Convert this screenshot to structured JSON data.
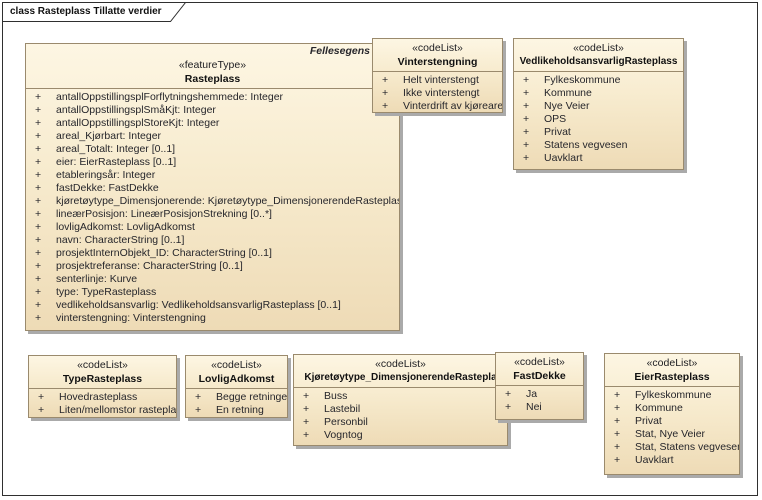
{
  "frame": {
    "title": "class Rasteplass Tillatte verdier"
  },
  "colors": {
    "box_fill_top": "#FDF6E3",
    "box_fill_bottom": "#EEDBB6",
    "box_border": "#9A8A6D",
    "box_shadow": "#AAAAAA",
    "frame_border": "#2F2F2F",
    "text": "#26262B"
  },
  "classes": [
    {
      "key": "rasteplass",
      "region_label": "Fellesegens",
      "stereotype": "«featureType»",
      "name": "Rasteplass",
      "attributes": [
        {
          "vis": "+",
          "text": "antallOppstillingsplForflytningshemmede: Integer"
        },
        {
          "vis": "+",
          "text": "antallOppstillingsplSmåKjt: Integer"
        },
        {
          "vis": "+",
          "text": "antallOppstillingsplStoreKjt: Integer"
        },
        {
          "vis": "+",
          "text": "areal_Kjørbart: Integer"
        },
        {
          "vis": "+",
          "text": "areal_Totalt: Integer [0..1]"
        },
        {
          "vis": "+",
          "text": "eier: EierRasteplass [0..1]"
        },
        {
          "vis": "+",
          "text": "etableringsår: Integer"
        },
        {
          "vis": "+",
          "text": "fastDekke: FastDekke"
        },
        {
          "vis": "+",
          "text": "kjøretøytype_Dimensjonerende: Kjøretøytype_DimensjonerendeRasteplass"
        },
        {
          "vis": "+",
          "text": "lineærPosisjon: LineærPosisjonStrekning [0..*]"
        },
        {
          "vis": "+",
          "text": "lovligAdkomst: LovligAdkomst"
        },
        {
          "vis": "+",
          "text": "navn: CharacterString [0..1]"
        },
        {
          "vis": "+",
          "text": "prosjektInternObjekt_ID: CharacterString [0..1]"
        },
        {
          "vis": "+",
          "text": "prosjektreferanse: CharacterString [0..1]"
        },
        {
          "vis": "+",
          "text": "senterlinje: Kurve"
        },
        {
          "vis": "+",
          "text": "type: TypeRasteplass"
        },
        {
          "vis": "+",
          "text": "vedlikeholdsansvarlig: VedlikeholdsansvarligRasteplass [0..1]"
        },
        {
          "vis": "+",
          "text": "vinterstengning: Vinterstengning"
        }
      ]
    },
    {
      "key": "vinterstengning",
      "stereotype": "«codeList»",
      "name": "Vinterstengning",
      "attributes": [
        {
          "vis": "+",
          "text": "Helt vinterstengt"
        },
        {
          "vis": "+",
          "text": "Ikke vinterstengt"
        },
        {
          "vis": "+",
          "text": "Vinterdrift av kjøreareal"
        }
      ]
    },
    {
      "key": "vedlikeholdsansvarlig-rasteplass",
      "stereotype": "«codeList»",
      "name": "VedlikeholdsansvarligRasteplass",
      "attributes": [
        {
          "vis": "+",
          "text": "Fylkeskommune"
        },
        {
          "vis": "+",
          "text": "Kommune"
        },
        {
          "vis": "+",
          "text": "Nye Veier"
        },
        {
          "vis": "+",
          "text": "OPS"
        },
        {
          "vis": "+",
          "text": "Privat"
        },
        {
          "vis": "+",
          "text": "Statens vegvesen"
        },
        {
          "vis": "+",
          "text": "Uavklart"
        }
      ]
    },
    {
      "key": "type-rasteplass",
      "stereotype": "«codeList»",
      "name": "TypeRasteplass",
      "attributes": [
        {
          "vis": "+",
          "text": "Hovedrasteplass"
        },
        {
          "vis": "+",
          "text": "Liten/mellomstor rasteplass"
        }
      ]
    },
    {
      "key": "lovlig-adkomst",
      "stereotype": "«codeList»",
      "name": "LovligAdkomst",
      "attributes": [
        {
          "vis": "+",
          "text": "Begge retninger"
        },
        {
          "vis": "+",
          "text": "En retning"
        }
      ]
    },
    {
      "key": "kjoretoytype-dimensjonerende-rasteplass",
      "stereotype": "«codeList»",
      "name": "Kjøretøytype_DimensjonerendeRastepla",
      "attributes": [
        {
          "vis": "+",
          "text": "Buss"
        },
        {
          "vis": "+",
          "text": "Lastebil"
        },
        {
          "vis": "+",
          "text": "Personbil"
        },
        {
          "vis": "+",
          "text": "Vogntog"
        }
      ]
    },
    {
      "key": "fast-dekke",
      "stereotype": "«codeList»",
      "name": "FastDekke",
      "attributes": [
        {
          "vis": "+",
          "text": "Ja"
        },
        {
          "vis": "+",
          "text": "Nei"
        }
      ]
    },
    {
      "key": "eier-rasteplass",
      "stereotype": "«codeList»",
      "name": "EierRasteplass",
      "attributes": [
        {
          "vis": "+",
          "text": "Fylkeskommune"
        },
        {
          "vis": "+",
          "text": "Kommune"
        },
        {
          "vis": "+",
          "text": "Privat"
        },
        {
          "vis": "+",
          "text": "Stat, Nye Veier"
        },
        {
          "vis": "+",
          "text": "Stat, Statens vegvesen"
        },
        {
          "vis": "+",
          "text": "Uavklart"
        }
      ]
    }
  ]
}
